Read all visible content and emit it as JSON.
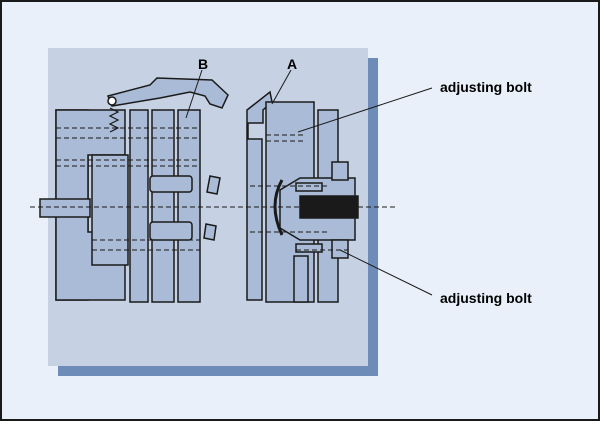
{
  "labels": {
    "part_b": "B",
    "part_a": "A",
    "adjusting_bolt_top": "adjusting bolt",
    "adjusting_bolt_bottom": "adjusting bolt"
  },
  "colors": {
    "background": "#e9f0f9",
    "border": "#1a1a1a",
    "panel": "#c6d2e4",
    "panel_shadow": "#6d8cb8",
    "part_fill": "#a9bbd6",
    "line": "#1a1a1a"
  }
}
